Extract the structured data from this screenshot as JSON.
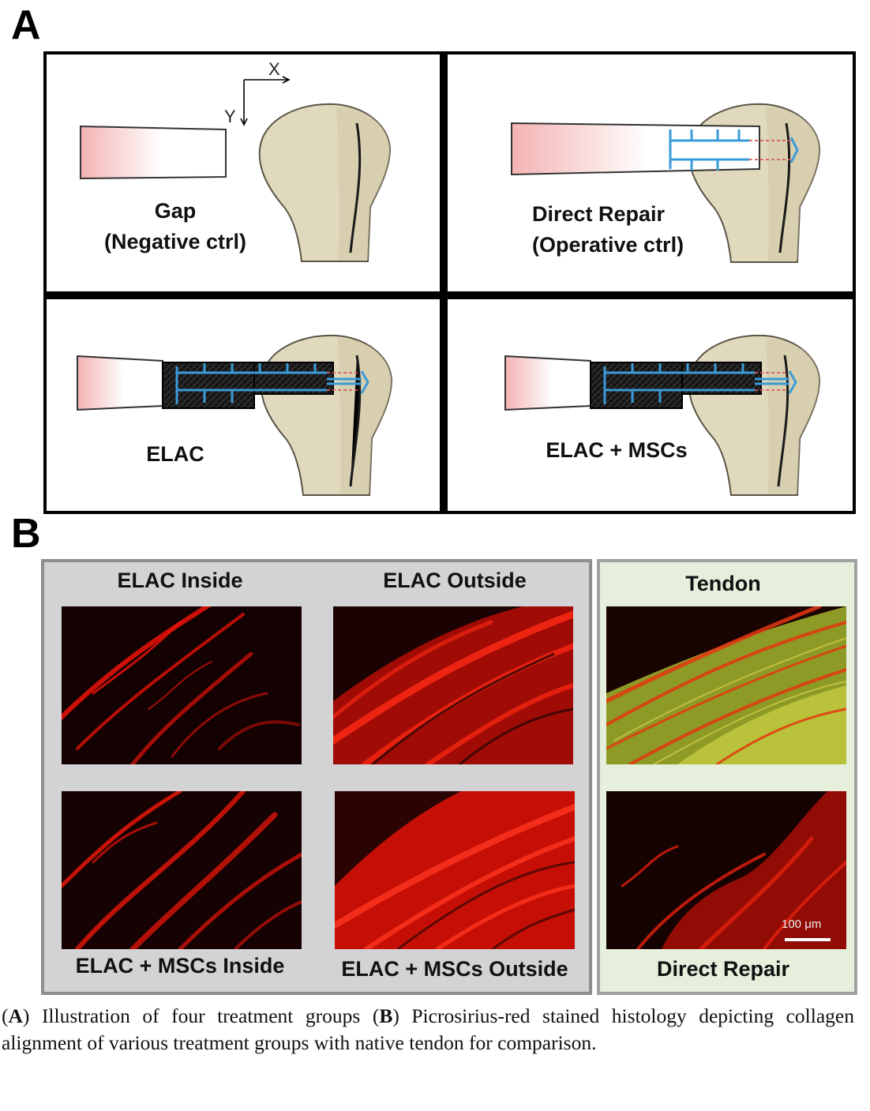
{
  "panel_a": {
    "letter": "A",
    "axis_x": "X",
    "axis_y": "Y",
    "cells": [
      {
        "line1": "Gap",
        "line2": "(Negative ctrl)"
      },
      {
        "line1": "Direct Repair",
        "line2": "(Operative ctrl)"
      },
      {
        "line1": "ELAC",
        "line2": ""
      },
      {
        "line1": "ELAC + MSCs",
        "line2": ""
      }
    ]
  },
  "panel_b": {
    "letter": "B",
    "labels": {
      "elac_inside": "ELAC Inside",
      "elac_outside": "ELAC Outside",
      "tendon": "Tendon",
      "elac_mscs_inside": "ELAC + MSCs Inside",
      "elac_mscs_outside": "ELAC + MSCs Outside",
      "direct_repair": "Direct Repair"
    },
    "scale_bar": "100 μm"
  },
  "caption": {
    "a_letter": "A",
    "a_text": " Illustration of four treatment groups (",
    "b_letter": "B",
    "b_text": ") Picrosirius-red stained histology depicting collagen alignment of various treatment groups with native tendon for comparison."
  },
  "colors": {
    "bone": "#e1d9bd",
    "bone_stroke": "#5a5446",
    "suture": "#3a9bd8",
    "tendon_gradient": "#f4b9b9",
    "gray_bg": "#d3d2d5",
    "green_bg": "#e5efdc",
    "stain_red": "#ff1a0a",
    "tendon_yellow": "#b6c232"
  }
}
